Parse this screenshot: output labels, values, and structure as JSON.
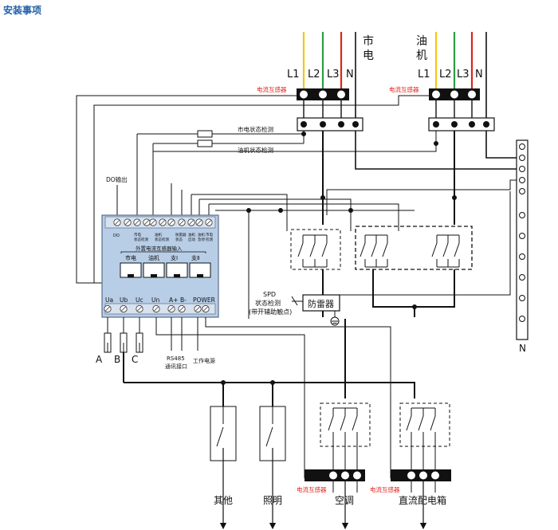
{
  "title": "安装事项",
  "colors": {
    "phase_l1": "#f5c518",
    "phase_l2": "#2e9b45",
    "phase_l3": "#d9261c",
    "neutral": "#5a6fb5",
    "device_fill": "#b8cde6",
    "ct_label": "#e0231c"
  },
  "sources": {
    "mains_label": "市电",
    "genset_label": "油机",
    "phase_labels": [
      "L1",
      "L2",
      "L3",
      "N"
    ]
  },
  "labels": {
    "ct_sensor": "电流互感器",
    "mains_detect": "市电状态检测",
    "genset_detect": "油机状态检测",
    "do_output": "DO输出",
    "spd": "SPD",
    "spd_detect": "状态检测",
    "spd_contact": "(带开辅助触点)",
    "arrester": "防雷器",
    "n_bar": "N",
    "rs485": "RS485",
    "comm_port": "通讯接口",
    "work_power": "工作电源"
  },
  "device": {
    "top_terminals": [
      "DO",
      "市电\n状态检测",
      "油机\n状态检测",
      "防雷器\n状态",
      "油机\n启动",
      "油机\n急停",
      "市电\n检测"
    ],
    "ct_group_title": "外置电流互感器输入",
    "ct_inputs": [
      "市电",
      "油机",
      "支Ⅰ",
      "支Ⅱ"
    ],
    "bottom_terminals": [
      "Ua",
      "Ub",
      "Uc",
      "Un",
      "A+",
      "B-",
      "POWER"
    ]
  },
  "phase_inputs": [
    "A",
    "B",
    "C"
  ],
  "loads": [
    "其他",
    "照明",
    "空调",
    "直流配电箱"
  ]
}
